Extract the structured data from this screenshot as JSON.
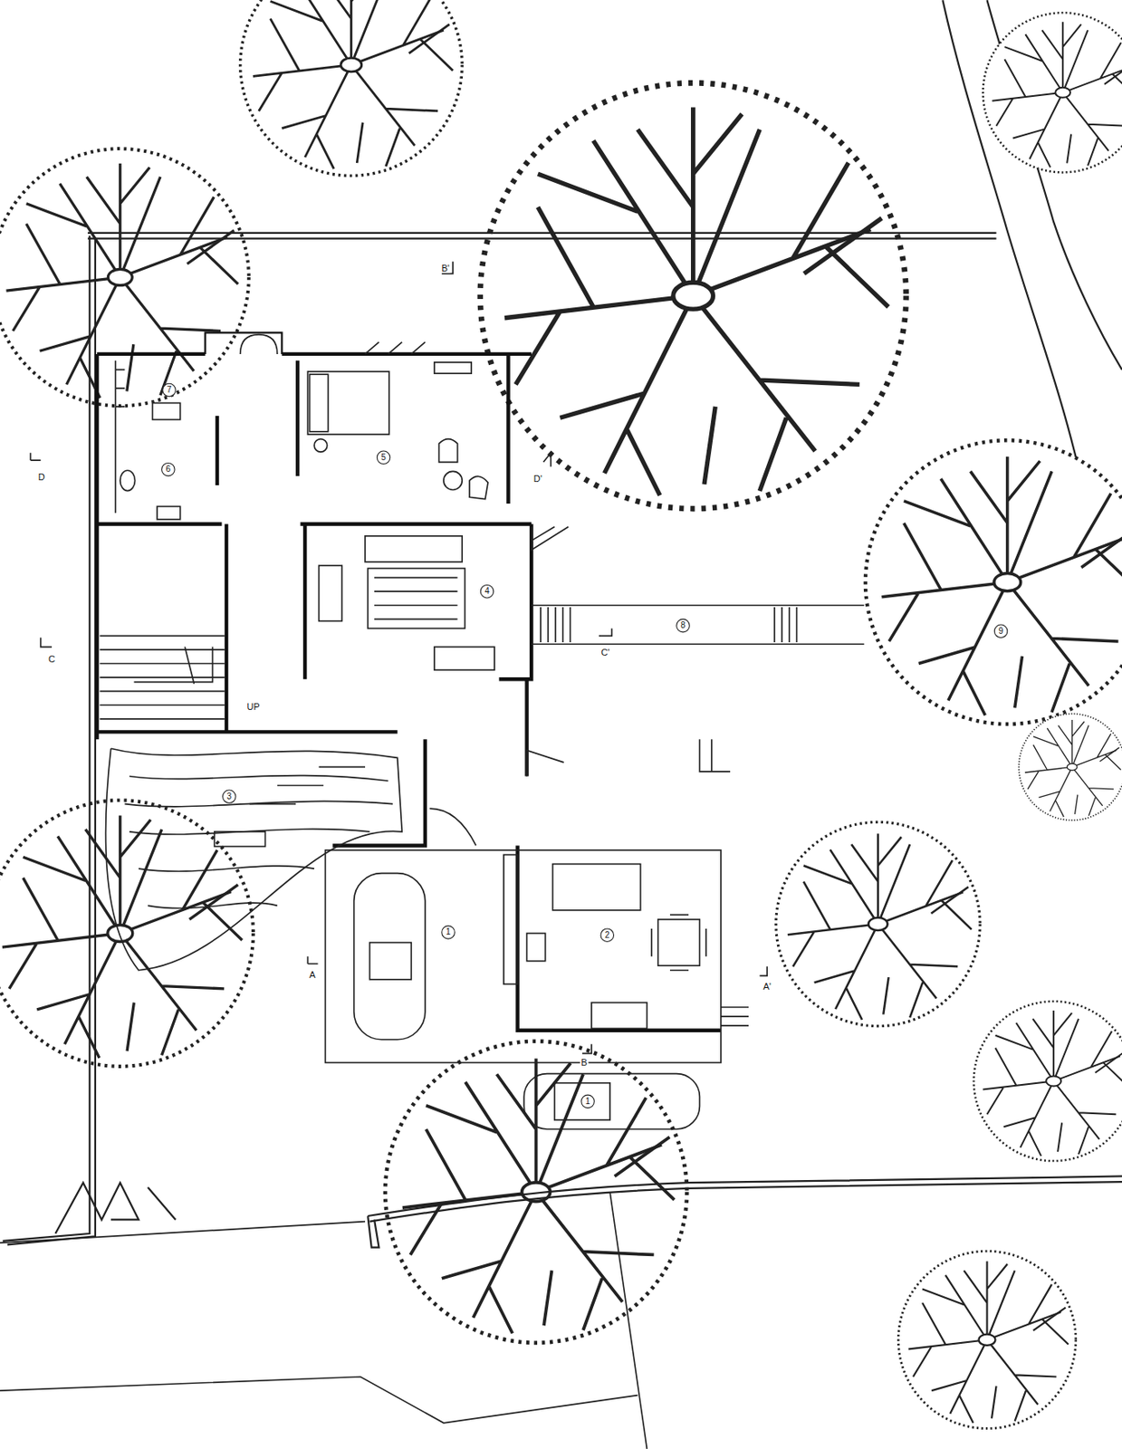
{
  "diagram": {
    "labels": [
      "B'",
      "7",
      "6",
      "5",
      "D",
      "D'",
      "4",
      "C",
      "8",
      "C'",
      "9",
      "UP",
      "3",
      "1",
      "2",
      "A",
      "A'",
      "B",
      "1"
    ]
  }
}
